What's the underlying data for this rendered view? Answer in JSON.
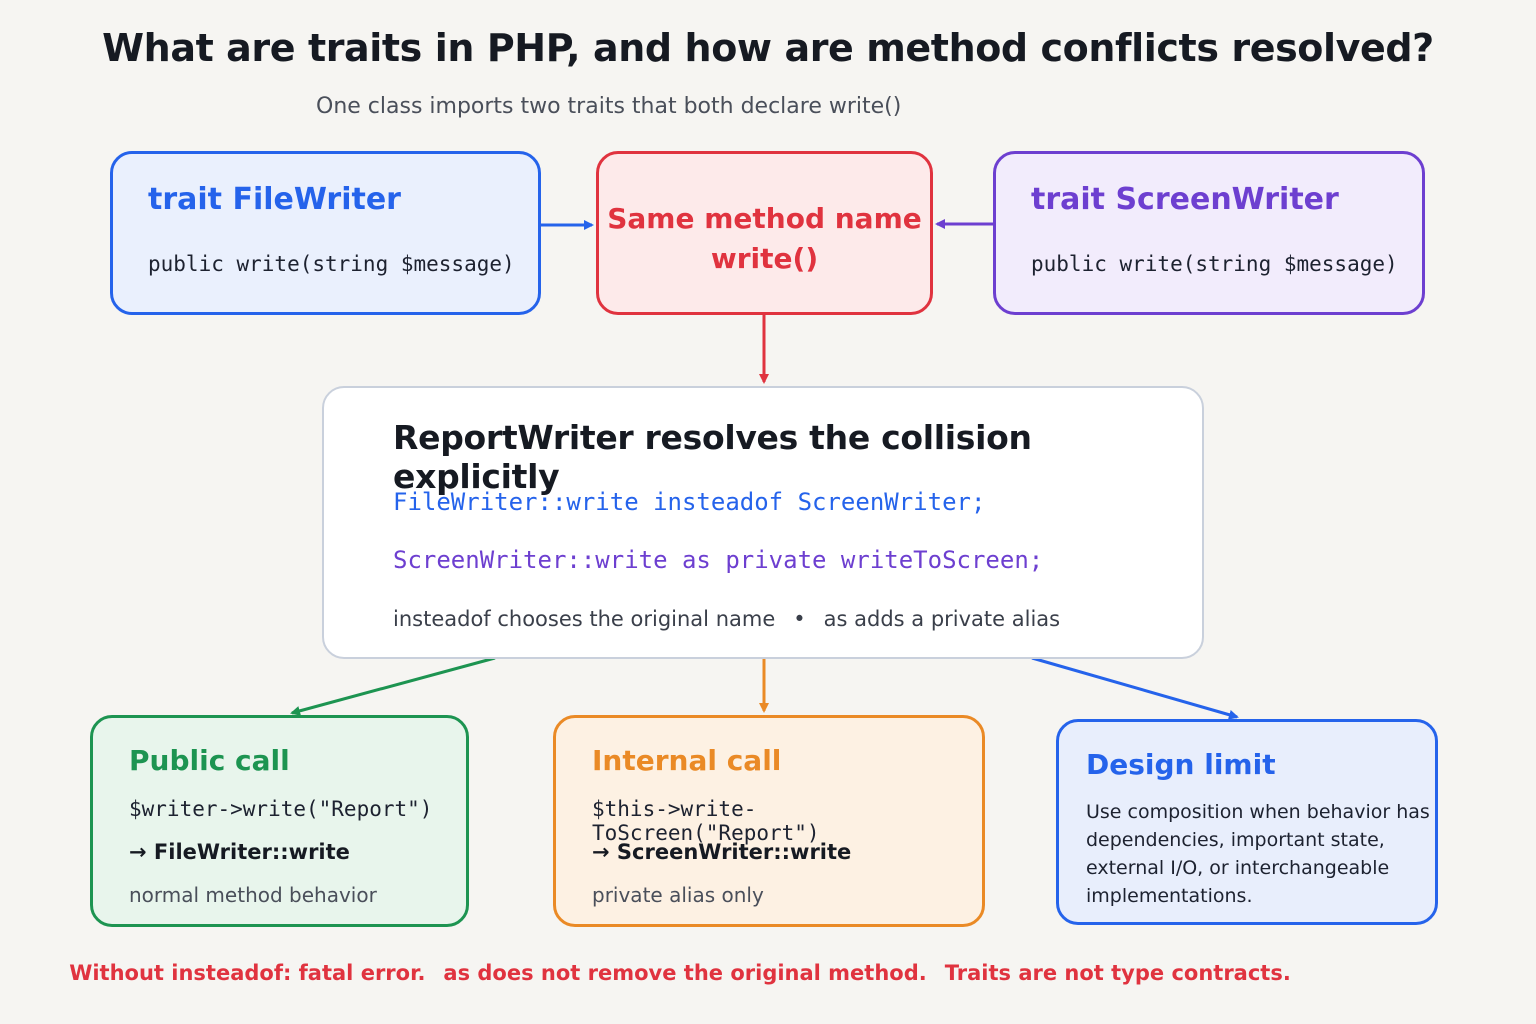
{
  "title": "What are traits in PHP, and how are method conflicts resolved?",
  "subtitle": "One class imports two traits that both declare write()",
  "traits": {
    "file_writer": {
      "title": "trait FileWriter",
      "signature": "public write(string $message)"
    },
    "screen_writer": {
      "title": "trait ScreenWriter",
      "signature": "public write(string $message)"
    }
  },
  "conflict": {
    "line1": "Same method name",
    "line2": "write()"
  },
  "report": {
    "title": "ReportWriter resolves the collision explicitly",
    "code_insteadof": "FileWriter::write insteadof ScreenWriter;",
    "code_alias": "ScreenWriter::write as private writeToScreen;",
    "note_left": "insteadof chooses the original name",
    "note_separator": "•",
    "note_right": "as adds a private alias"
  },
  "public_call": {
    "title": "Public call",
    "code": "$writer->write(\"Report\")",
    "target": "→ FileWriter::write",
    "note": "normal method behavior"
  },
  "internal_call": {
    "title": "Internal call",
    "code": "$this->write-ToScreen(\"Report\")",
    "target": "→ ScreenWriter::write",
    "note": "private alias only"
  },
  "design_limit": {
    "title": "Design limit",
    "body": "Use composition when behavior has dependencies, important state, external I/O, or interchangeable implementations."
  },
  "warnings": [
    "Without insteadof: fatal error.",
    "as does not remove the original method.",
    "Traits are not type contracts."
  ],
  "colors": {
    "blue": "#2563eb",
    "red": "#e0333f",
    "purple": "#6d3fd0",
    "green": "#1d9451",
    "orange": "#ea8a26"
  }
}
